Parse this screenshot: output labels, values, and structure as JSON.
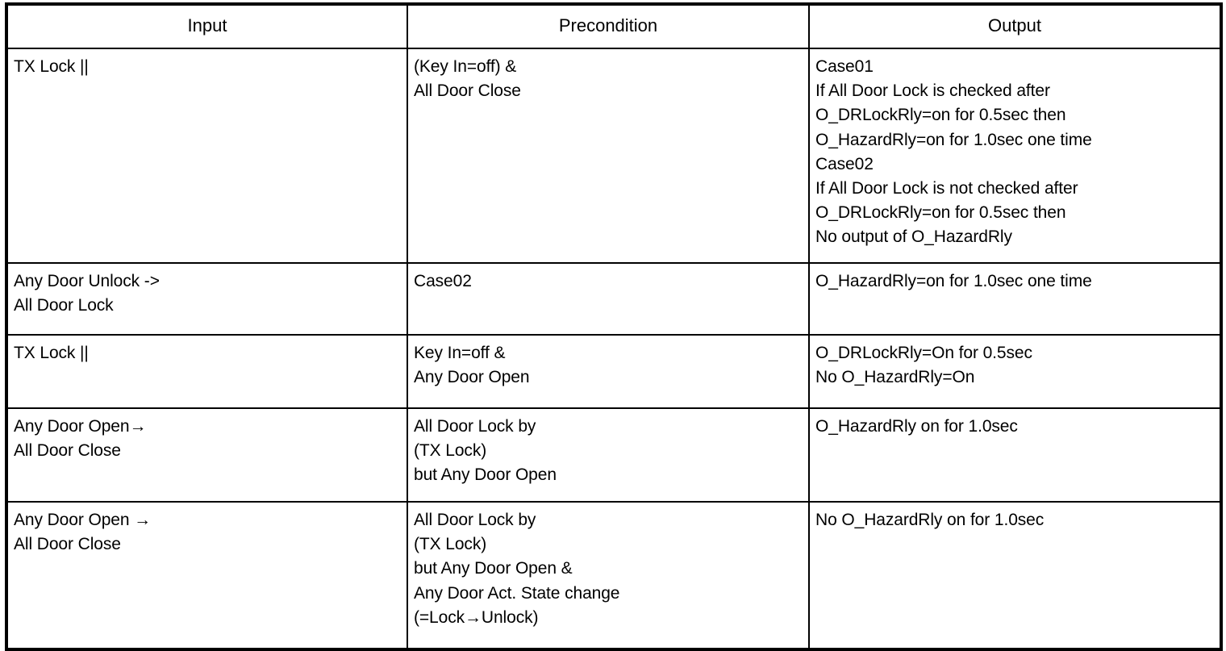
{
  "table": {
    "caption": "",
    "columns": [
      {
        "key": "input",
        "label": "Input"
      },
      {
        "key": "precondition",
        "label": "Precondition"
      },
      {
        "key": "output",
        "label": "Output"
      }
    ],
    "rows": [
      {
        "input": [
          "TX Lock ||"
        ],
        "precondition": [
          "(Key In=off) &",
          "All Door Close"
        ],
        "output": [
          "Case01",
          "If All Door Lock is checked after",
          "O_DRLockRly=on for 0.5sec then",
          "O_HazardRly=on for 1.0sec one time",
          "Case02",
          "If All Door Lock is not checked after",
          "O_DRLockRly=on for 0.5sec then",
          "No output of O_HazardRly"
        ]
      },
      {
        "input": [
          "Any Door Unlock ->",
          "All Door Lock"
        ],
        "precondition": [
          "Case02"
        ],
        "output": [
          "O_HazardRly=on for 1.0sec one time"
        ]
      },
      {
        "input": [
          "TX Lock ||"
        ],
        "precondition": [
          "Key In=off &",
          "Any Door Open"
        ],
        "output": [
          "O_DRLockRly=On for 0.5sec",
          "No O_HazardRly=On"
        ]
      },
      {
        "input": [
          "Any Door Open→",
          "All Door Close"
        ],
        "precondition": [
          "All Door Lock by",
          "(TX Lock)",
          "but Any Door Open"
        ],
        "output": [
          "O_HazardRly on for 1.0sec"
        ]
      },
      {
        "input": [
          "Any Door Open →",
          "All Door Close"
        ],
        "precondition": [
          "All Door Lock by",
          "(TX Lock)",
          "but Any Door Open &",
          "Any Door Act. State change",
          "(=Lock→Unlock)"
        ],
        "output": [
          "No O_HazardRly on for 1.0sec"
        ]
      }
    ]
  },
  "colors": {
    "border": "#000000",
    "text": "#000000",
    "background": "#ffffff"
  }
}
